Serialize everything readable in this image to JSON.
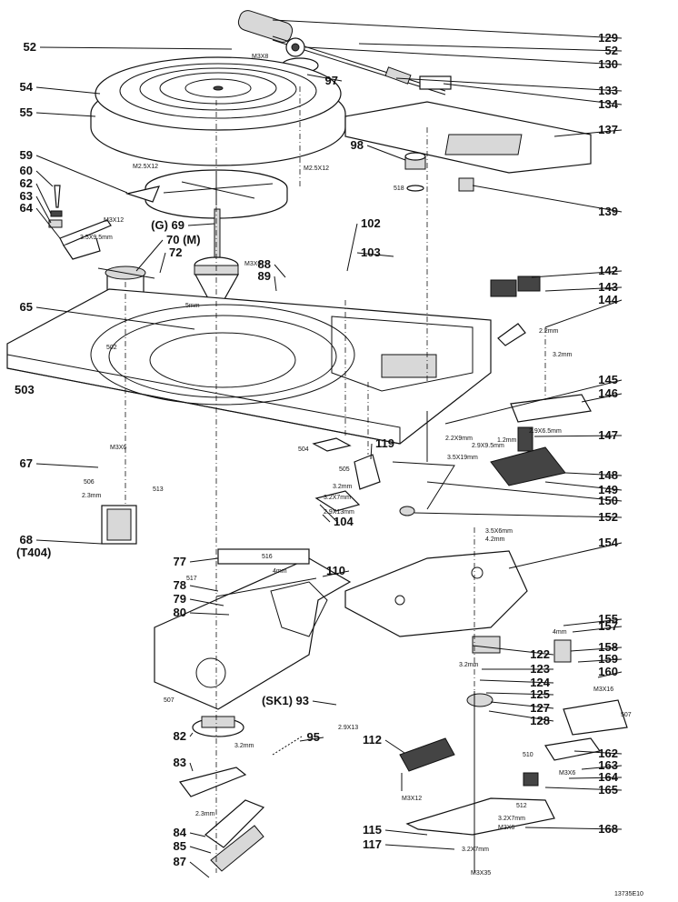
{
  "figure_code": "13735E10",
  "parts": [
    {
      "id": "52",
      "label": "52"
    },
    {
      "id": "54",
      "label": "54"
    },
    {
      "id": "55",
      "label": "55"
    },
    {
      "id": "59",
      "label": "59"
    },
    {
      "id": "60",
      "label": "60"
    },
    {
      "id": "62",
      "label": "62"
    },
    {
      "id": "63",
      "label": "63"
    },
    {
      "id": "64",
      "label": "64"
    },
    {
      "id": "69",
      "label": "(G) 69"
    },
    {
      "id": "70",
      "label": "70 (M)"
    },
    {
      "id": "72",
      "label": "72"
    },
    {
      "id": "65",
      "label": "65"
    },
    {
      "id": "503",
      "label": "503"
    },
    {
      "id": "67",
      "label": "67"
    },
    {
      "id": "68",
      "label": "68"
    },
    {
      "id": "68b",
      "label": "(T404)"
    },
    {
      "id": "77",
      "label": "77"
    },
    {
      "id": "78",
      "label": "78"
    },
    {
      "id": "79",
      "label": "79"
    },
    {
      "id": "80",
      "label": "80"
    },
    {
      "id": "82",
      "label": "82"
    },
    {
      "id": "83",
      "label": "83"
    },
    {
      "id": "84",
      "label": "84"
    },
    {
      "id": "85",
      "label": "85"
    },
    {
      "id": "87",
      "label": "87"
    },
    {
      "id": "88",
      "label": "88"
    },
    {
      "id": "89",
      "label": "89"
    },
    {
      "id": "93",
      "label": "(SK1) 93"
    },
    {
      "id": "95",
      "label": "95"
    },
    {
      "id": "97",
      "label": "97"
    },
    {
      "id": "98",
      "label": "98"
    },
    {
      "id": "102",
      "label": "102"
    },
    {
      "id": "103",
      "label": "103"
    },
    {
      "id": "104",
      "label": "104"
    },
    {
      "id": "110",
      "label": "110"
    },
    {
      "id": "112",
      "label": "112"
    },
    {
      "id": "115",
      "label": "115"
    },
    {
      "id": "117",
      "label": "117"
    },
    {
      "id": "119",
      "label": "119"
    },
    {
      "id": "122",
      "label": "122"
    },
    {
      "id": "123",
      "label": "123"
    },
    {
      "id": "124",
      "label": "124"
    },
    {
      "id": "125",
      "label": "125"
    },
    {
      "id": "127",
      "label": "127"
    },
    {
      "id": "128",
      "label": "128"
    },
    {
      "id": "129",
      "label": "129"
    },
    {
      "id": "52b",
      "label": "52"
    },
    {
      "id": "130",
      "label": "130"
    },
    {
      "id": "133",
      "label": "133"
    },
    {
      "id": "134",
      "label": "134"
    },
    {
      "id": "137",
      "label": "137"
    },
    {
      "id": "139",
      "label": "139"
    },
    {
      "id": "142",
      "label": "142"
    },
    {
      "id": "143",
      "label": "143"
    },
    {
      "id": "144",
      "label": "144"
    },
    {
      "id": "145",
      "label": "145"
    },
    {
      "id": "146",
      "label": "146"
    },
    {
      "id": "147",
      "label": "147"
    },
    {
      "id": "148",
      "label": "148"
    },
    {
      "id": "149",
      "label": "149"
    },
    {
      "id": "150",
      "label": "150"
    },
    {
      "id": "152",
      "label": "152"
    },
    {
      "id": "154",
      "label": "154"
    },
    {
      "id": "155",
      "label": "155"
    },
    {
      "id": "157",
      "label": "157"
    },
    {
      "id": "158",
      "label": "158"
    },
    {
      "id": "159",
      "label": "159"
    },
    {
      "id": "160",
      "label": "160"
    },
    {
      "id": "162",
      "label": "162"
    },
    {
      "id": "163",
      "label": "163"
    },
    {
      "id": "164",
      "label": "164"
    },
    {
      "id": "165",
      "label": "165"
    },
    {
      "id": "168",
      "label": "168"
    }
  ],
  "annotations": [
    {
      "id": "m3x8a",
      "text": "M3X8"
    },
    {
      "id": "m25x12a",
      "text": "M2.5X12"
    },
    {
      "id": "m25x12b",
      "text": "M2.5X12"
    },
    {
      "id": "m3x12a",
      "text": "M3X12"
    },
    {
      "id": "m35",
      "text": "3.5X9.5mm"
    },
    {
      "id": "m3x6a",
      "text": "M3X6"
    },
    {
      "id": "518",
      "text": "518"
    },
    {
      "id": "5mm",
      "text": "5mm"
    },
    {
      "id": "502",
      "text": "502"
    },
    {
      "id": "504",
      "text": "504"
    },
    {
      "id": "505",
      "text": "505"
    },
    {
      "id": "506",
      "text": "506"
    },
    {
      "id": "513",
      "text": "513"
    },
    {
      "id": "m3x6b",
      "text": "M3X6"
    },
    {
      "id": "23mm",
      "text": "2.3mm"
    },
    {
      "id": "32mm",
      "text": "3.2mm"
    },
    {
      "id": "32x7",
      "text": "3.2X7mm"
    },
    {
      "id": "29x13",
      "text": "2.9X13mm"
    },
    {
      "id": "22mm",
      "text": "2.2mm"
    },
    {
      "id": "32mmb",
      "text": "3.2mm"
    },
    {
      "id": "29x6",
      "text": "2.9X6.5mm"
    },
    {
      "id": "12mm",
      "text": "1.2mm"
    },
    {
      "id": "29x9",
      "text": "2.9X9.5mm"
    },
    {
      "id": "22x9",
      "text": "2.2X9mm"
    },
    {
      "id": "35x19",
      "text": "3.5X19mm"
    },
    {
      "id": "35x6",
      "text": "3.5X6mm"
    },
    {
      "id": "42",
      "text": "4.2mm"
    },
    {
      "id": "516",
      "text": "516"
    },
    {
      "id": "517",
      "text": "517"
    },
    {
      "id": "4mm",
      "text": "4mm"
    },
    {
      "id": "507",
      "text": "507"
    },
    {
      "id": "29x13b",
      "text": "2.9X13"
    },
    {
      "id": "32mmc",
      "text": "3.2mm"
    },
    {
      "id": "23mmb",
      "text": "2.3mm"
    },
    {
      "id": "m3x12b",
      "text": "M3X12"
    },
    {
      "id": "32mmd",
      "text": "3.2mm"
    },
    {
      "id": "4mmb",
      "text": "4mm"
    },
    {
      "id": "m3x16",
      "text": "M3X16"
    },
    {
      "id": "507b",
      "text": "507"
    },
    {
      "id": "510",
      "text": "510"
    },
    {
      "id": "m3x6c",
      "text": "M3X6"
    },
    {
      "id": "512",
      "text": "512"
    },
    {
      "id": "32x7b",
      "text": "3.2X7mm"
    },
    {
      "id": "m3x6d",
      "text": "M3X6"
    },
    {
      "id": "32x7c",
      "text": "3.2X7mm"
    },
    {
      "id": "m3x35",
      "text": "M3X35"
    }
  ]
}
